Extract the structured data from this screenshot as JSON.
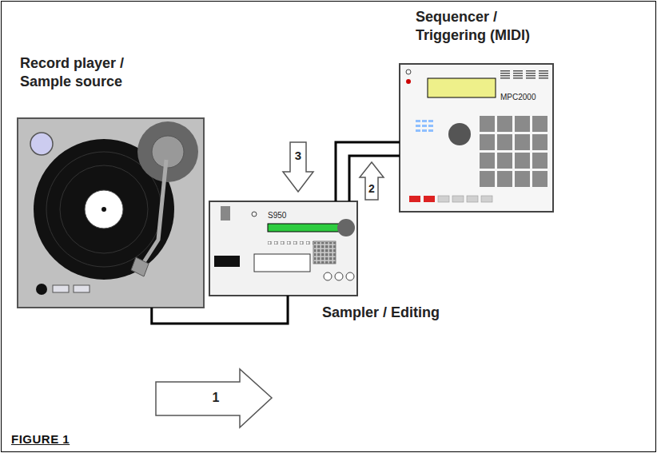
{
  "diagram": {
    "caption": "FIGURE 1",
    "nodes": [
      {
        "text": [
          "Record player / Sample source"
        ]
      },
      {
        "text": [
          "S950",
          "Sampler / Editing"
        ]
      },
      {
        "text": [
          "Sequencer / Triggering (MIDI)",
          "MPC2000"
        ]
      }
    ],
    "edges": [
      {
        "from": 0,
        "to": 1,
        "arrow": "none"
      },
      {
        "from": 1,
        "to": 2,
        "arrow": "none"
      },
      {
        "from": 1,
        "to": 2,
        "arrow": "none"
      }
    ],
    "labels": [
      "1",
      "3",
      "2"
    ]
  }
}
